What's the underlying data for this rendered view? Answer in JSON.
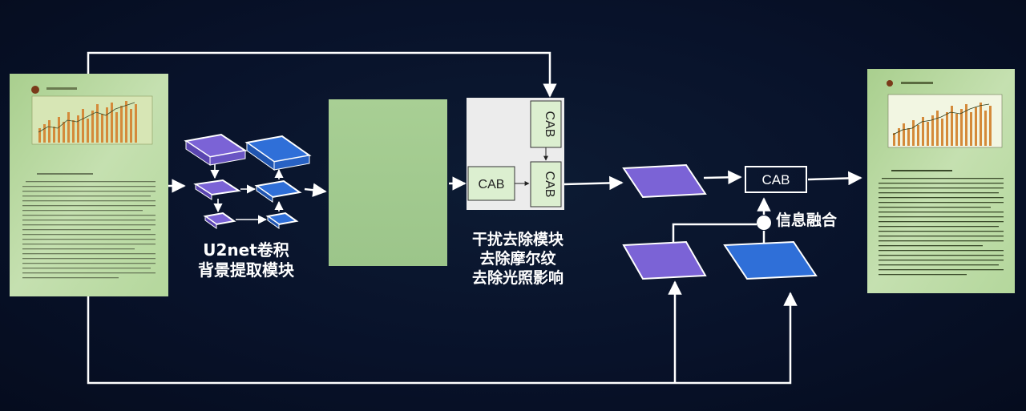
{
  "u2net": {
    "line1": "U2net卷积",
    "line2": "背景提取模块"
  },
  "interference": {
    "line1": "干扰去除模块",
    "line2": "去除摩尔纹",
    "line3": "去除光照影响"
  },
  "fusion": {
    "label": "信息融合"
  },
  "cab": {
    "label": "CAB"
  },
  "colors": {
    "purple": "#7b63d6",
    "blue": "#2f6fd8",
    "cab_bg": "#dcefd0",
    "page_bg": "#b9d9a3"
  }
}
